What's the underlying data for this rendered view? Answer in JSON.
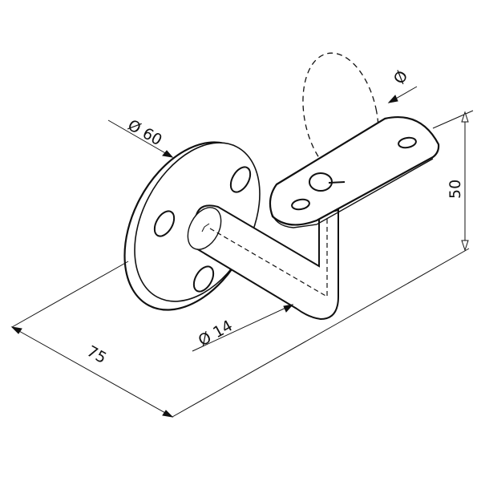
{
  "dimensions": {
    "plate_diameter": "Ø 60",
    "rail_diameter": "Ø",
    "height": "50",
    "tube_diameter": "Ø 14",
    "projection": "75"
  },
  "colors": {
    "line": "#111111",
    "background": "#ffffff"
  }
}
